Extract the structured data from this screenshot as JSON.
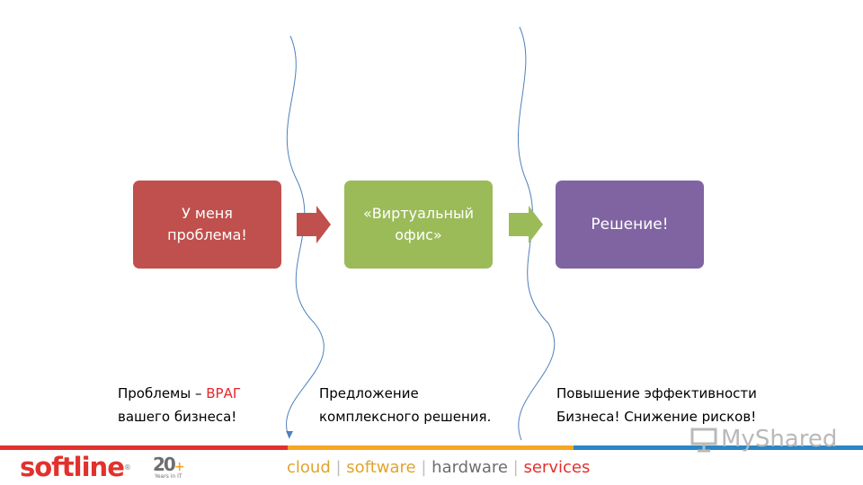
{
  "diagram": {
    "steps": [
      {
        "label": "У меня проблема!",
        "color": "#c0504d"
      },
      {
        "label": "«Виртуальный офис»",
        "color": "#9bbb59"
      },
      {
        "label": "Решение!",
        "color": "#8064a2"
      }
    ],
    "notes": {
      "left_line1_a": "Проблемы – ",
      "left_line1_b": "ВРАГ",
      "left_line2": "вашего бизнеса!",
      "middle_line1": "Предложение",
      "middle_line2": "комплексного решения.",
      "right_line1": "Повышение эффективности",
      "right_line2": "Бизнеса! Снижение рисков!"
    }
  },
  "footer": {
    "brand": "softline",
    "brand_mark": "®",
    "anniversary": "20",
    "anniversary_plus": "+",
    "anniversary_sub": "Years in IT",
    "tagline": {
      "cloud": "cloud",
      "sep": "|",
      "software": "software",
      "hardware": "hardware",
      "services": "services"
    },
    "watermark": "MyShared",
    "colors": {
      "red": "#e2312d",
      "orange": "#f6a623",
      "blue": "#2b86c5"
    }
  }
}
